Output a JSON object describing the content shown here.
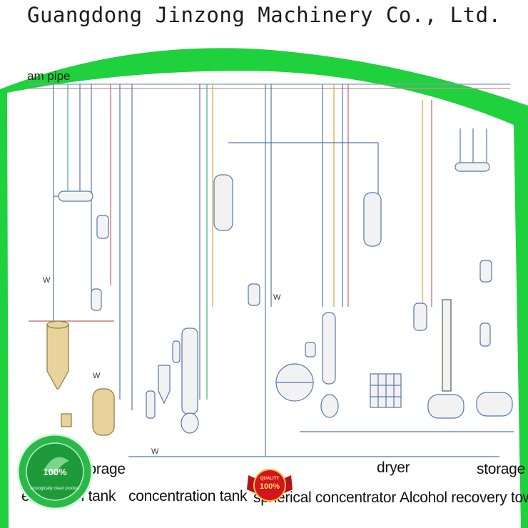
{
  "header": {
    "company": "Guangdong Jinzong Machinery Co., Ltd."
  },
  "diagram": {
    "top_pipe_fragment": "am pipe",
    "labels": {
      "extraction_tank": "extraction tank",
      "storage_left": "torage",
      "concentration_tank": "concentration tank",
      "spherical_concentrator": "spherical concentrator",
      "dryer": "dryer",
      "storage_right": "storage",
      "alcohol_recovery": "Alcohol recovery towe"
    },
    "marks": {
      "w": "W"
    }
  },
  "badges": {
    "green_seal": {
      "text_center": "100%",
      "text_ring": "ecologically clean product"
    },
    "quality_seal": {
      "top": "QUALITY",
      "middle": "100%"
    }
  },
  "colors": {
    "green": "#1fd13d",
    "pipe_blue": "#5577aa",
    "pipe_red": "#c86060",
    "pipe_orange": "#e0a040",
    "tan": "#e8d39a"
  }
}
